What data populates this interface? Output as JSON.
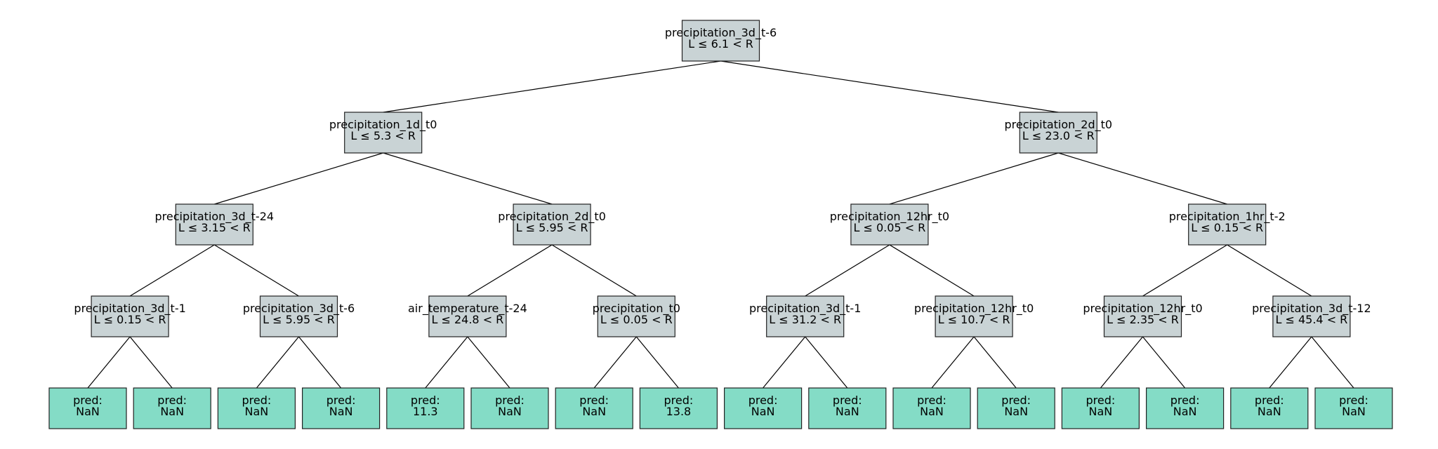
{
  "colors": {
    "split_fill": "#c9d3d5",
    "leaf_fill": "#84dcc6",
    "border": "#222222",
    "edge": "#000000"
  },
  "tree": {
    "levels": [
      [
        {
          "label": "precipitation_3d_t-6",
          "rule": "L ≤ 6.1 < R"
        }
      ],
      [
        {
          "label": "precipitation_1d_t0",
          "rule": "L ≤ 5.3 < R"
        },
        {
          "label": "precipitation_2d_t0",
          "rule": "L ≤ 23.0 < R"
        }
      ],
      [
        {
          "label": "precipitation_3d_t-24",
          "rule": "L ≤ 3.15 < R"
        },
        {
          "label": "precipitation_2d_t0",
          "rule": "L ≤ 5.95 < R"
        },
        {
          "label": "precipitation_12hr_t0",
          "rule": "L ≤ 0.05 < R"
        },
        {
          "label": "precipitation_1hr_t-2",
          "rule": "L ≤ 0.15 < R"
        }
      ],
      [
        {
          "label": "precipitation_3d_t-1",
          "rule": "L ≤ 0.15 < R"
        },
        {
          "label": "precipitation_3d_t-6",
          "rule": "L ≤ 5.95 < R"
        },
        {
          "label": "air_temperature_t-24",
          "rule": "L ≤ 24.8 < R"
        },
        {
          "label": "precipitation_t0",
          "rule": "L ≤ 0.05 < R"
        },
        {
          "label": "precipitation_3d_t-1",
          "rule": "L ≤ 31.2 < R"
        },
        {
          "label": "precipitation_12hr_t0",
          "rule": "L ≤ 10.7 < R"
        },
        {
          "label": "precipitation_12hr_t0",
          "rule": "L ≤ 2.35 < R"
        },
        {
          "label": "precipitation_3d_t-12",
          "rule": "L ≤ 45.4 < R"
        }
      ],
      [
        {
          "label": "pred:",
          "value": "NaN"
        },
        {
          "label": "pred:",
          "value": "NaN"
        },
        {
          "label": "pred:",
          "value": "NaN"
        },
        {
          "label": "pred:",
          "value": "NaN"
        },
        {
          "label": "pred:",
          "value": "11.3"
        },
        {
          "label": "pred:",
          "value": "NaN"
        },
        {
          "label": "pred:",
          "value": "NaN"
        },
        {
          "label": "pred:",
          "value": "13.8"
        },
        {
          "label": "pred:",
          "value": "NaN"
        },
        {
          "label": "pred:",
          "value": "NaN"
        },
        {
          "label": "pred:",
          "value": "NaN"
        },
        {
          "label": "pred:",
          "value": "NaN"
        },
        {
          "label": "pred:",
          "value": "NaN"
        },
        {
          "label": "pred:",
          "value": "NaN"
        },
        {
          "label": "pred:",
          "value": "NaN"
        },
        {
          "label": "pred:",
          "value": "NaN"
        }
      ]
    ]
  }
}
